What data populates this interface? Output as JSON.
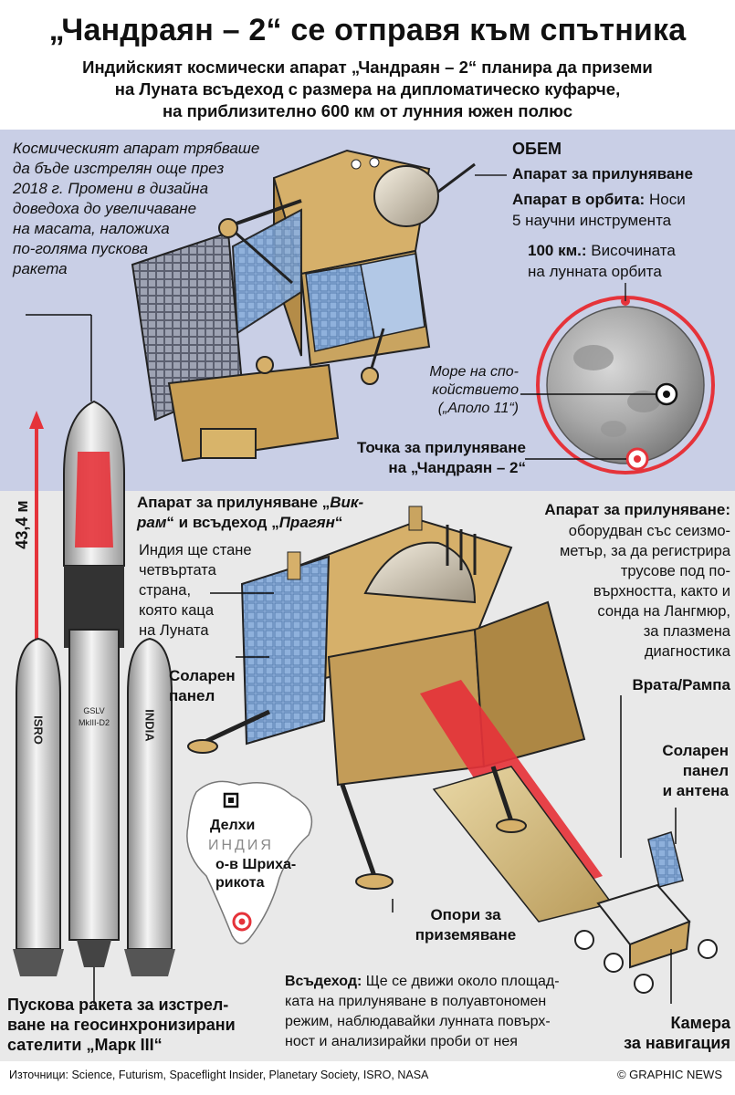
{
  "header": {
    "title": "„Чандраян – 2“ се отправя към спътника",
    "subtitle_lines": [
      "Индийският космически апарат „Чандраян – 2“ планира да приземи",
      "на Луната всъдеход с размера на дипломатическо куфарче,",
      "на приблизително 600 км от лунния южен полюс"
    ]
  },
  "intro_note_lines": [
    "Космическият апарат трябваше",
    "да бъде изстрелян още през",
    "2018 г. Промени в дизайна",
    "доведоха до увеличаване",
    "на масата, наложиха",
    "по-голяма пускова",
    "ракета"
  ],
  "volume": {
    "heading": "ОБЕМ",
    "lander_label": "Апарат за прилуняване",
    "orbiter_label": "Апарат в орбита:",
    "orbiter_text_1": "Носи",
    "orbiter_text_2": "5 научни инструмента",
    "orbit_value": "100 км.:",
    "orbit_text_1": "Височината",
    "orbit_text_2": "на лунната орбита"
  },
  "moon": {
    "sea_lines": [
      "Море на спо-",
      "койствието",
      "(„Аполо 11“)"
    ],
    "landing_point_line1": "Точка за прилуняване",
    "landing_point_line2": "на „Чандраян – 2“"
  },
  "rocket": {
    "height": "43,4 м",
    "left_booster": "ISRO",
    "right_booster": "INDIA",
    "body_line1": "GSLV",
    "body_line2": "MkIII-D2",
    "caption_lines": [
      "Пускова ракета за изстрел-",
      "ване на геосинхронизирани",
      "сателити „Марк III“"
    ]
  },
  "vikram": {
    "title_line1_a": "Апарат за прилуняване „",
    "title_line1_b": "Вик-",
    "title_line2_a": "рам",
    "title_line2_b": "“ и всъдеход „",
    "title_line2_c": "Прагян",
    "title_line2_d": "“",
    "desc_lines": [
      "Индия ще стане",
      "четвъртата",
      "страна,",
      "която каца",
      "на Луната"
    ]
  },
  "lander_info": {
    "heading": "Апарат за прилуняване:",
    "lines": [
      "оборудван със сеизмо-",
      "метър, за да регистрира",
      "трусове под по-",
      "върхността, както и",
      "сонда на Лангмюр,",
      "за плазмена",
      "диагностика"
    ]
  },
  "labels": {
    "solar_panel_1": "Соларен",
    "solar_panel_2": "панел",
    "ramp": "Врата/Рампа",
    "solar_antenna_1": "Соларен",
    "solar_antenna_2": "панел",
    "solar_antenna_3": "и антена",
    "legs_1": "Опори за",
    "legs_2": "приземяване",
    "camera_1": "Камера",
    "camera_2": "за навигация"
  },
  "map": {
    "capital": "Делхи",
    "country": "ИНДИЯ",
    "site_1": "о-в Шриха-",
    "site_2": "рикота"
  },
  "rover": {
    "heading": "Всъдеход:",
    "line1": "Ще се движи около площад-",
    "line2": "ката на прилуняване в полуавтономен",
    "line3": "режим, наблюдавайки лунната повърх-",
    "line4": "ност и анализирайки проби от нея"
  },
  "footer": {
    "sources": "Източници: Science, Futurism, Spaceflight Insider, Planetary Society, ISRO, NASA",
    "credit": "© GRAPHIC NEWS"
  },
  "colors": {
    "accent_red": "#e5333a",
    "panel_blue": "#c9cfe6",
    "gold_foil": "#d6b06a",
    "solar_blue": "#8fb1dc",
    "moon_grey": "#a9a9a9"
  }
}
